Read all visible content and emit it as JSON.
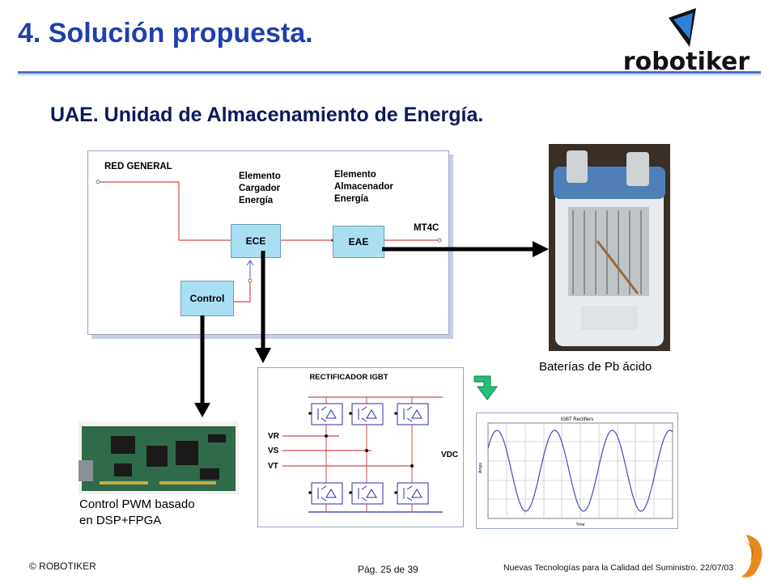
{
  "slide": {
    "title": "4. Solución propuesta.",
    "subtitle": "UAE. Unidad de Almacenamiento de Energía."
  },
  "logo": {
    "text": "robotiker",
    "icon": "robotiker-triangle-logo"
  },
  "diagram": {
    "red_general": "RED GENERAL",
    "elemento_cargador": [
      "Elemento",
      "Cargador",
      "Energía"
    ],
    "elemento_almacenador": [
      "Elemento",
      "Almacenador",
      "Energía"
    ],
    "mt4c": "MT4C",
    "ece": "ECE",
    "eae": "EAE",
    "control": "Control"
  },
  "captions": {
    "battery": "Baterías de Pb ácido",
    "control_pwm": [
      "Control PWM basado",
      "en DSP+FPGA"
    ]
  },
  "rectifier": {
    "title": "RECTIFICADOR IGBT",
    "vr": "VR",
    "vs": "VS",
    "vt": "VT",
    "vdc": "VDC"
  },
  "scope": {
    "title": "IGBT Rectifiers",
    "ylabel": "Amps",
    "xlabel": "Time"
  },
  "footer": {
    "copyright": "© ROBOTIKER",
    "page": "Pág. 25 de 39",
    "right": "Nuevas Tecnologías para la Calidad del Suministro.  22/07/03"
  },
  "colors": {
    "title": "#1f3fae",
    "rule": "#4a6fc3",
    "box_fill": "#a9dff3",
    "wire_red": "#d24a4a",
    "wire_blue": "#2b2bb0",
    "green_arrow": "#22c07a"
  }
}
